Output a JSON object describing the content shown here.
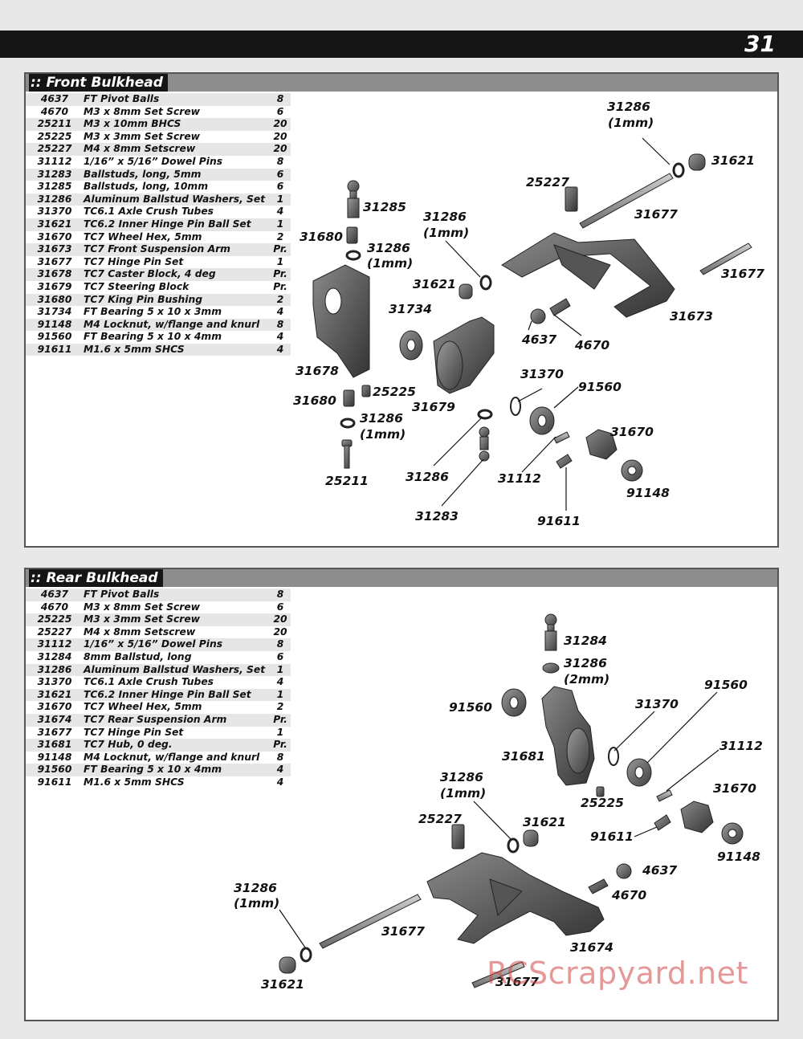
{
  "page_number": "31",
  "front": {
    "title": ":: Front Bulkhead",
    "parts": [
      {
        "no": "4637",
        "desc": "FT Pivot Balls",
        "qty": "8"
      },
      {
        "no": "4670",
        "desc": "M3 x 8mm Set Screw",
        "qty": "6"
      },
      {
        "no": "25211",
        "desc": "M3 x 10mm BHCS",
        "qty": "20"
      },
      {
        "no": "25225",
        "desc": "M3 x 3mm Set Screw",
        "qty": "20"
      },
      {
        "no": "25227",
        "desc": "M4 x 8mm Setscrew",
        "qty": "20"
      },
      {
        "no": "31112",
        "desc": "1/16” x 5/16” Dowel Pins",
        "qty": "8"
      },
      {
        "no": "31283",
        "desc": "Ballstuds, long, 5mm",
        "qty": "6"
      },
      {
        "no": "31285",
        "desc": "Ballstuds, long, 10mm",
        "qty": "6"
      },
      {
        "no": "31286",
        "desc": "Aluminum Ballstud Washers, Set",
        "qty": "1"
      },
      {
        "no": "31370",
        "desc": "TC6.1 Axle Crush Tubes",
        "qty": "4"
      },
      {
        "no": "31621",
        "desc": "TC6.2 Inner Hinge Pin Ball Set",
        "qty": "1"
      },
      {
        "no": "31670",
        "desc": "TC7 Wheel Hex, 5mm",
        "qty": "2"
      },
      {
        "no": "31673",
        "desc": "TC7 Front Suspension Arm",
        "qty": "Pr."
      },
      {
        "no": "31677",
        "desc": "TC7 Hinge Pin Set",
        "qty": "1"
      },
      {
        "no": "31678",
        "desc": "TC7 Caster Block, 4 deg",
        "qty": "Pr."
      },
      {
        "no": "31679",
        "desc": "TC7 Steering Block",
        "qty": "Pr."
      },
      {
        "no": "31680",
        "desc": "TC7 King Pin Bushing",
        "qty": "2"
      },
      {
        "no": "31734",
        "desc": "FT Bearing 5 x 10 x 3mm",
        "qty": "4"
      },
      {
        "no": "91148",
        "desc": "M4 Locknut, w/flange and knurl",
        "qty": "8"
      },
      {
        "no": "91560",
        "desc": "FT Bearing 5 x 10 x 4mm",
        "qty": "4"
      },
      {
        "no": "91611",
        "desc": "M1.6 x 5mm SHCS",
        "qty": "4"
      }
    ],
    "callouts": {
      "c31286_top": "31286",
      "c1mm_top": "(1mm)",
      "c31621_top": "31621",
      "c25227": "25227",
      "c31677_a": "31677",
      "c31677_b": "31677",
      "c31673": "31673",
      "c4637": "4637",
      "c4670": "4670",
      "c31285": "31285",
      "c31680_a": "31680",
      "c31286_b": "31286",
      "c1mm_b": "(1mm)",
      "c31286_c": "31286",
      "c1mm_c": "(1mm)",
      "c31621_b": "31621",
      "c31734": "31734",
      "c31678": "31678",
      "c31679": "31679",
      "c31370": "31370",
      "c91560": "91560",
      "c31680_b": "31680",
      "c25225": "25225",
      "c31286_d": "31286",
      "c1mm_d": "(1mm)",
      "c25211": "25211",
      "c31286_e": "31286",
      "c31112": "31112",
      "c31670": "31670",
      "c91148": "91148",
      "c31283": "31283",
      "c91611": "91611"
    }
  },
  "rear": {
    "title": ":: Rear Bulkhead",
    "parts": [
      {
        "no": "4637",
        "desc": "FT Pivot Balls",
        "qty": "8"
      },
      {
        "no": "4670",
        "desc": "M3 x 8mm Set Screw",
        "qty": "6"
      },
      {
        "no": "25225",
        "desc": "M3 x 3mm Set Screw",
        "qty": "20"
      },
      {
        "no": "25227",
        "desc": "M4 x 8mm Setscrew",
        "qty": "20"
      },
      {
        "no": "31112",
        "desc": "1/16” x 5/16” Dowel Pins",
        "qty": "8"
      },
      {
        "no": "31284",
        "desc": "8mm Ballstud, long",
        "qty": "6"
      },
      {
        "no": "31286",
        "desc": "Aluminum Ballstud Washers, Set",
        "qty": "1"
      },
      {
        "no": "31370",
        "desc": "TC6.1 Axle Crush Tubes",
        "qty": "4"
      },
      {
        "no": "31621",
        "desc": "TC6.2 Inner Hinge Pin Ball Set",
        "qty": "1"
      },
      {
        "no": "31670",
        "desc": "TC7 Wheel Hex, 5mm",
        "qty": "2"
      },
      {
        "no": "31674",
        "desc": "TC7 Rear Suspension Arm",
        "qty": "Pr."
      },
      {
        "no": "31677",
        "desc": "TC7 Hinge Pin Set",
        "qty": "1"
      },
      {
        "no": "31681",
        "desc": "TC7 Hub, 0 deg.",
        "qty": "Pr."
      },
      {
        "no": "91148",
        "desc": "M4 Locknut, w/flange and knurl",
        "qty": "8"
      },
      {
        "no": "91560",
        "desc": "FT Bearing 5 x 10 x 4mm",
        "qty": "4"
      },
      {
        "no": "91611",
        "desc": "M1.6 x 5mm SHCS",
        "qty": "4"
      }
    ],
    "callouts": {
      "c31284": "31284",
      "c31286_a": "31286",
      "c2mm": "(2mm)",
      "c91560_a": "91560",
      "c91560_b": "91560",
      "c31370": "31370",
      "c31681": "31681",
      "c31112": "31112",
      "c31670": "31670",
      "c25225": "25225",
      "c31286_b": "31286",
      "c1mm_b": "(1mm)",
      "c25227": "25227",
      "c31621_a": "31621",
      "c91611": "91611",
      "c91148": "91148",
      "c4637": "4637",
      "c4670": "4670",
      "c31286_c": "31286",
      "c1mm_c": "(1mm)",
      "c31677_a": "31677",
      "c31674": "31674",
      "c31621_b": "31621",
      "c31677_b": "31677"
    }
  },
  "watermark": "RCScrapyard.net"
}
